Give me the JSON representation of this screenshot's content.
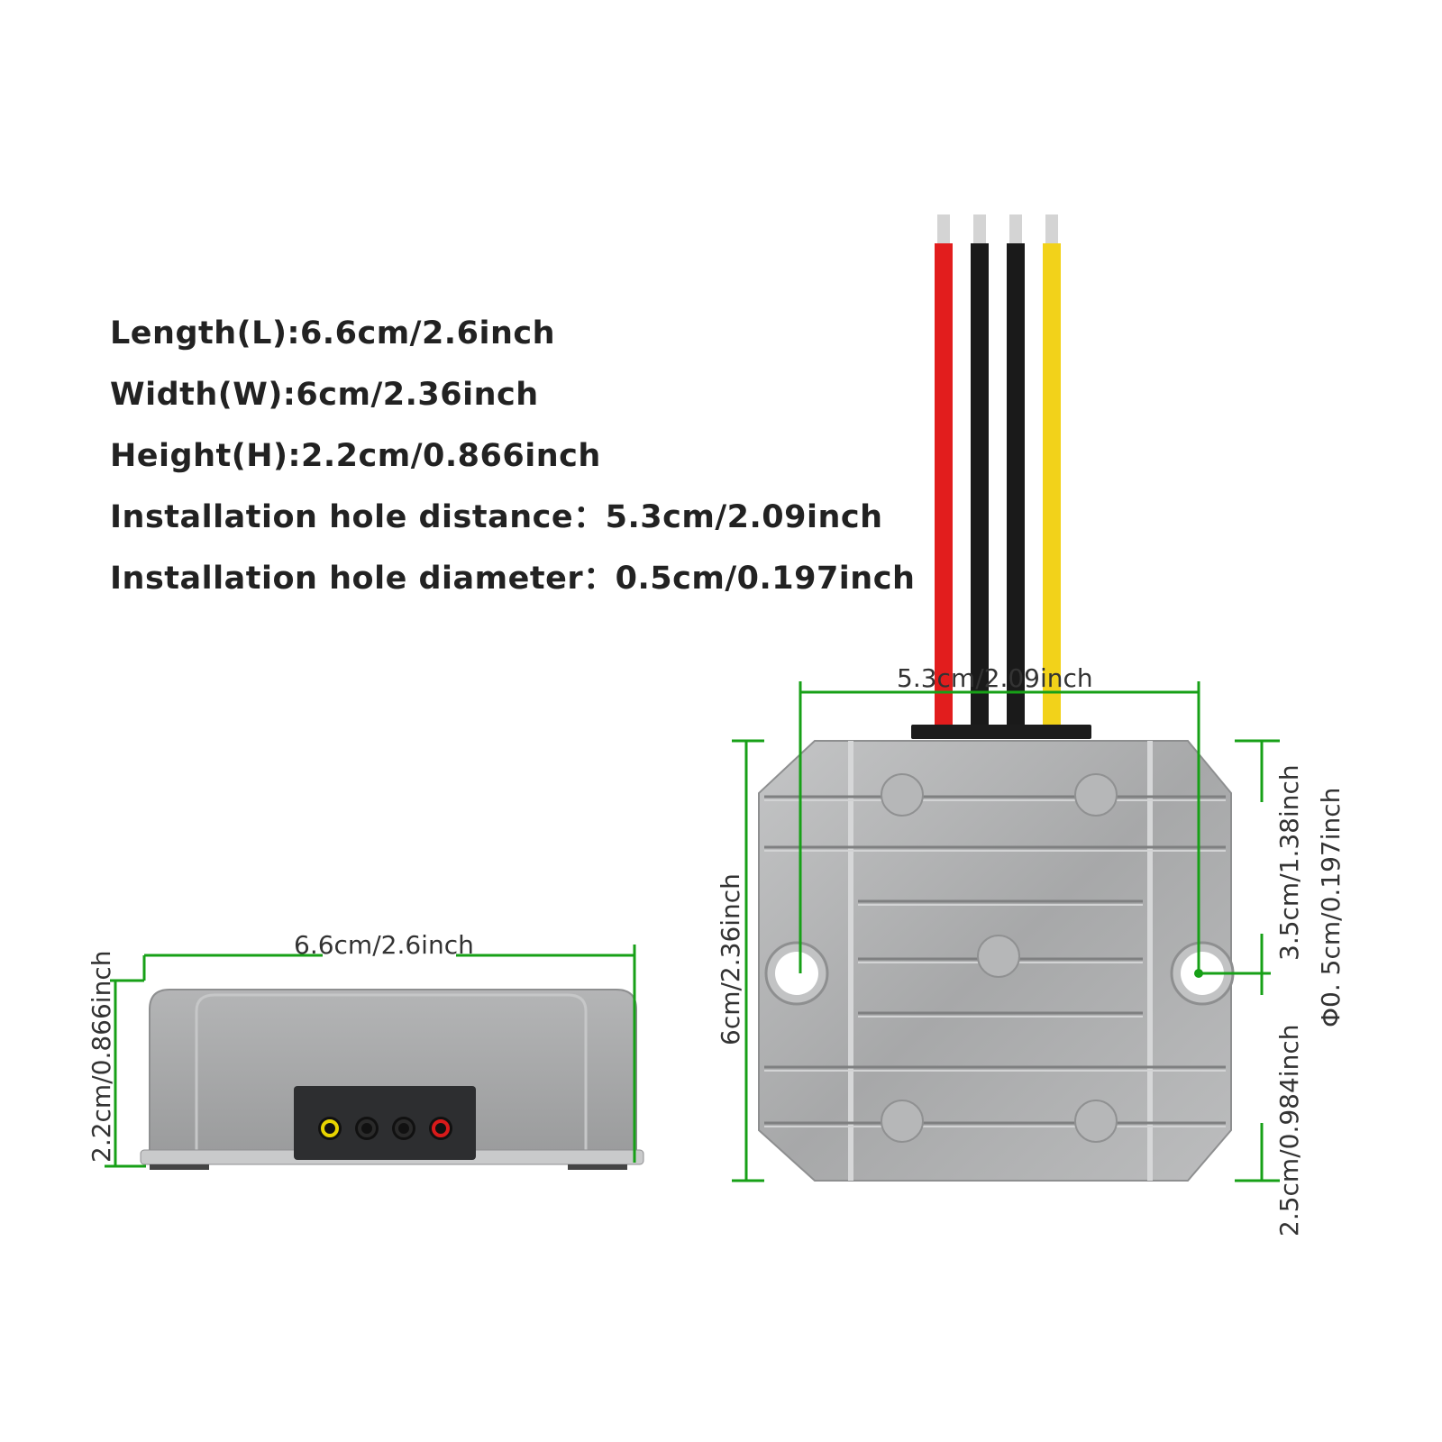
{
  "specs": {
    "length": "Length(L):6.6cm/2.6inch",
    "width": "Width(W):6cm/2.36inch",
    "height": "Height(H):2.2cm/0.866inch",
    "hole_distance": "Installation hole distance：5.3cm/2.09inch",
    "hole_diameter": "Installation hole diameter：0.5cm/0.197inch"
  },
  "side_view": {
    "length_label": "6.6cm/2.6inch",
    "height_label": "2.2cm/0.866inch",
    "led_colors": [
      "#e8d400",
      "#2a2a2a",
      "#2a2a2a",
      "#d81a1a"
    ]
  },
  "top_view": {
    "hole_distance_label": "5.3cm/2.09inch",
    "width_label": "6cm/2.36inch",
    "upper_offset_label": "3.5cm/1.38inch",
    "lower_offset_label": "2.5cm/0.984inch",
    "hole_diameter_label": "Φ0. 5cm/0.197inch",
    "wire_colors": [
      "#e21d1d",
      "#1a1a1a",
      "#1a1a1a",
      "#f2d21a"
    ]
  },
  "colors": {
    "dimension_line": "#17a017",
    "housing": "#a9aaab",
    "text": "#222222"
  }
}
